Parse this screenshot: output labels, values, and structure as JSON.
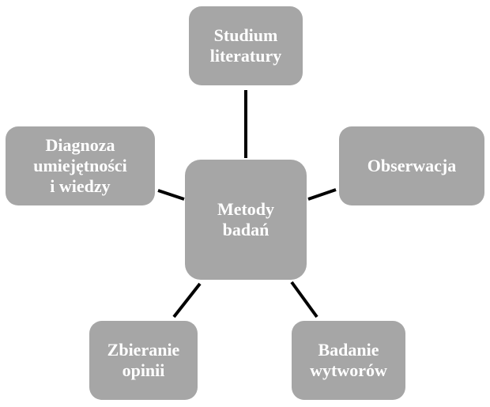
{
  "diagram": {
    "center": {
      "label": "Metody\nbadań"
    },
    "nodes": [
      {
        "id": "top",
        "label": "Studium\nliteratury"
      },
      {
        "id": "left",
        "label": "Diagnoza\numiejętności\ni wiedzy"
      },
      {
        "id": "right",
        "label": "Obserwacja"
      },
      {
        "id": "bottom-left",
        "label": "Zbieranie\nopinii"
      },
      {
        "id": "bottom-right",
        "label": "Badanie\nwytworów"
      }
    ],
    "colors": {
      "node_fill": "#a6a6a6",
      "node_text": "#ffffff",
      "connector": "#000000"
    }
  }
}
